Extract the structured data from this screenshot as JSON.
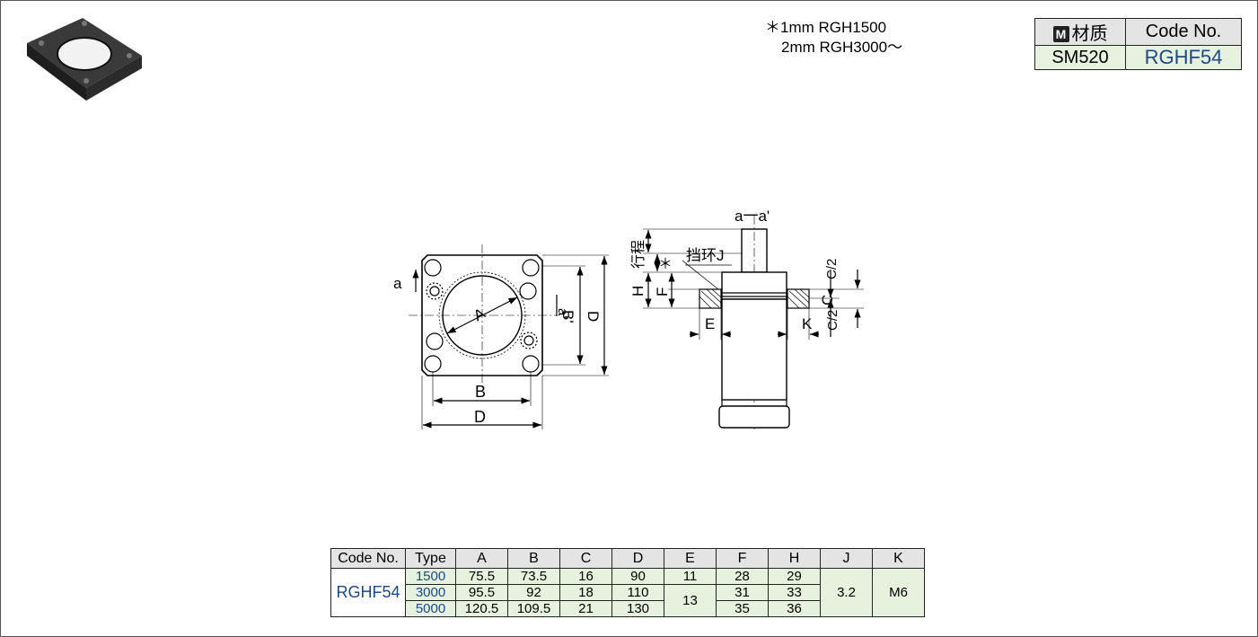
{
  "notes": {
    "line1": "＊1mm  RGH1500",
    "line2": "2mm  RGH3000～"
  },
  "material_table": {
    "badge": "M",
    "header_material": "材质",
    "header_code": "Code No.",
    "material": "SM520",
    "code": "RGHF54"
  },
  "drawing": {
    "label_a": "a",
    "label_a_prime": "a'",
    "label_A": "A",
    "label_B_side": "B'",
    "label_D_side": "D",
    "label_B_bottom": "B",
    "label_D_bottom": "D",
    "section_title": "a一a'",
    "label_stroke": "行程",
    "label_star": "＊",
    "label_ring": "挡环J",
    "label_H": "H",
    "label_F": "F",
    "label_E": "E",
    "label_K": "K",
    "label_C": "C",
    "label_C2_top": "C/2",
    "label_C2_bottom": "C/2"
  },
  "dimension_table": {
    "headers": [
      "Code No.",
      "Type",
      "A",
      "B",
      "C",
      "D",
      "E",
      "F",
      "H",
      "J",
      "K"
    ],
    "code": "RGHF54",
    "rows": [
      {
        "type": "1500",
        "A": "75.5",
        "B": "73.5",
        "C": "16",
        "D": "90",
        "F": "28",
        "H": "29"
      },
      {
        "type": "3000",
        "A": "95.5",
        "B": "92",
        "C": "18",
        "D": "110",
        "F": "31",
        "H": "33"
      },
      {
        "type": "5000",
        "A": "120.5",
        "B": "109.5",
        "C": "21",
        "D": "130",
        "F": "35",
        "H": "36"
      }
    ],
    "E_row1": "11",
    "E_merged": "13",
    "J": "3.2",
    "K": "M6"
  }
}
